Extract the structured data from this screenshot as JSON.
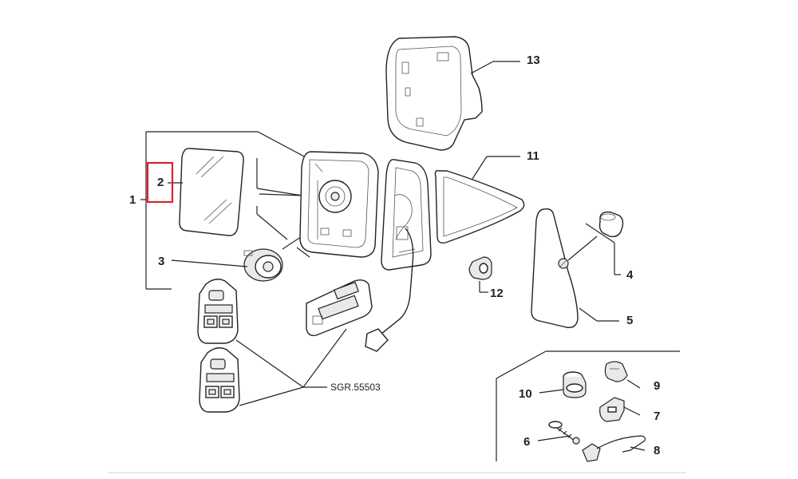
{
  "diagram": {
    "callouts": [
      {
        "id": "c1",
        "label": "1"
      },
      {
        "id": "c2",
        "label": "2"
      },
      {
        "id": "c3",
        "label": "3"
      },
      {
        "id": "c4",
        "label": "4"
      },
      {
        "id": "c5",
        "label": "5"
      },
      {
        "id": "c6",
        "label": "6"
      },
      {
        "id": "c7",
        "label": "7"
      },
      {
        "id": "c8",
        "label": "8"
      },
      {
        "id": "c9",
        "label": "9"
      },
      {
        "id": "c10",
        "label": "10"
      },
      {
        "id": "c11",
        "label": "11"
      },
      {
        "id": "c12",
        "label": "12"
      },
      {
        "id": "c13",
        "label": "13"
      }
    ],
    "reference_code": "SGR.55503",
    "highlighted_callout": "2",
    "colors": {
      "highlight": "#d9232e",
      "ink": "#222222",
      "background": "#ffffff"
    }
  }
}
